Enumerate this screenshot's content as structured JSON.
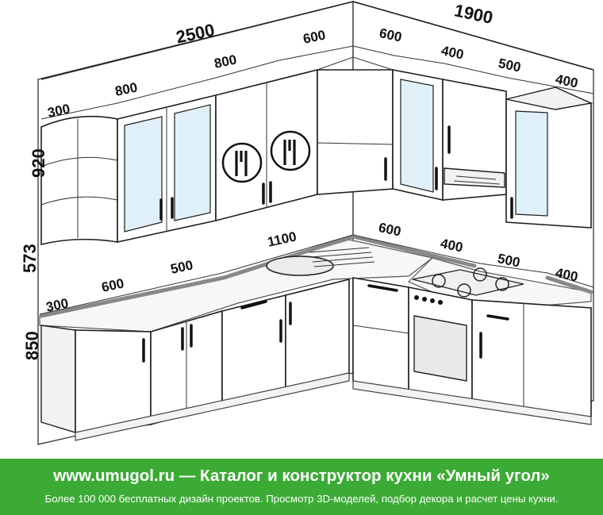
{
  "dimensions": {
    "total_left": "2500",
    "total_right": "1900",
    "upper_left_300": "300",
    "upper_left_800a": "800",
    "upper_left_800b": "800",
    "upper_corner_left_600": "600",
    "upper_corner_right_600": "600",
    "upper_right_400a": "400",
    "upper_right_500": "500",
    "upper_right_400b": "400",
    "height_upper": "920",
    "height_gap": "573",
    "height_base": "850",
    "lower_left_300": "300",
    "lower_left_600": "600",
    "lower_left_500": "500",
    "lower_sink_1100": "1100",
    "lower_corner_600": "600",
    "lower_right_400a": "400",
    "lower_right_500": "500",
    "lower_right_400b": "400"
  },
  "banner": {
    "title": "www.umugol.ru — Каталог и конструктор кухни «Умный угол»",
    "subtitle": "Более 100 000 бесплатных дизайн проектов. Просмотр 3D-моделей, подбор декора и расчет цены кухни.",
    "background_color": "#3cab35"
  }
}
